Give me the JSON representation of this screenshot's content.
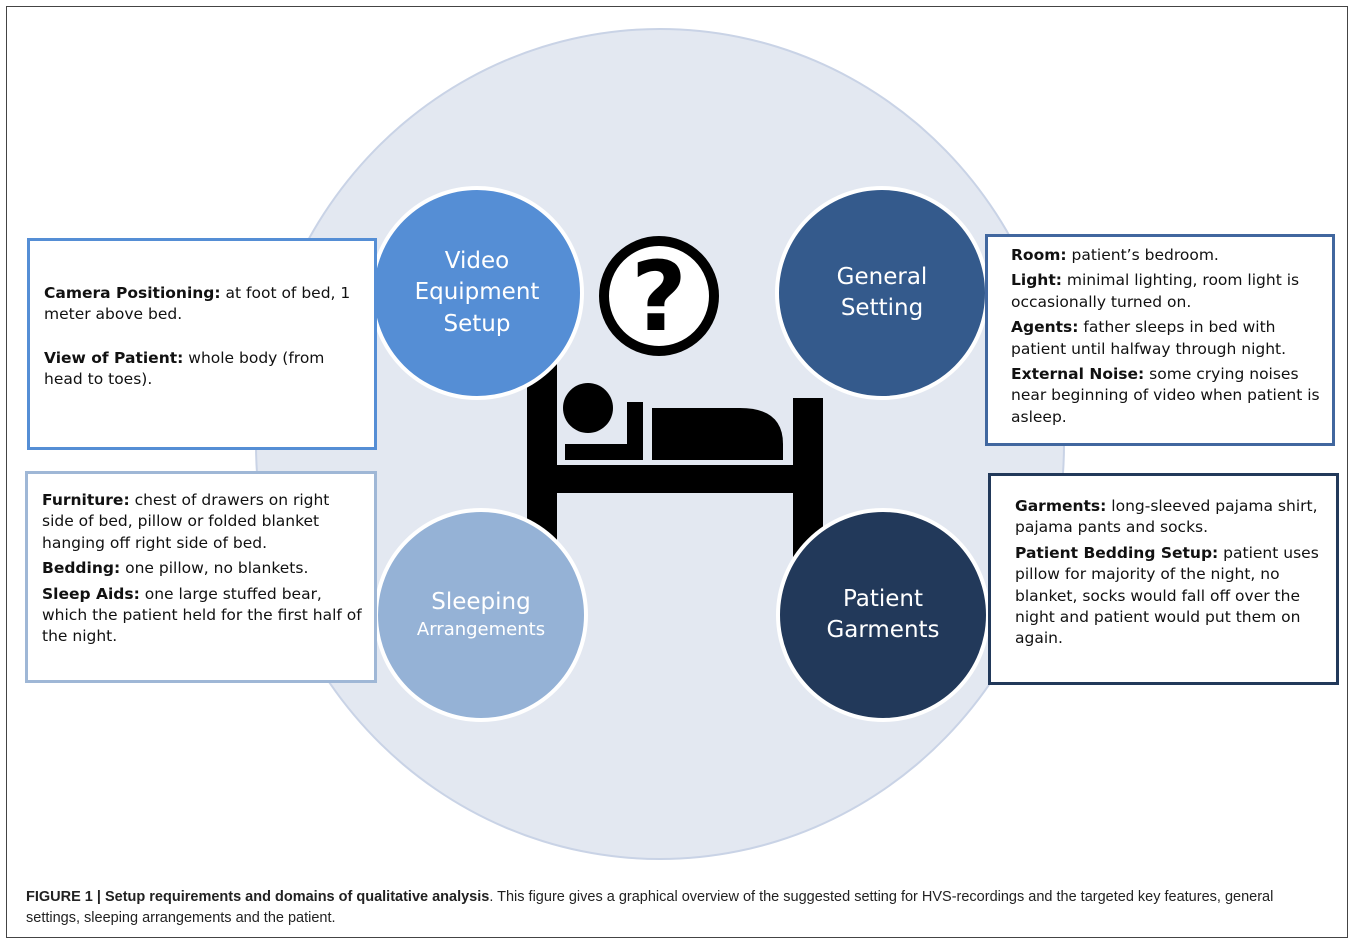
{
  "domains": {
    "video": {
      "lines": [
        "Video",
        "Equipment",
        "Setup"
      ],
      "color": "#558ed5"
    },
    "general": {
      "lines": [
        "General",
        "Setting"
      ],
      "color": "#345a8c"
    },
    "sleeping": {
      "line1": "Sleeping",
      "line2": "Arrangements",
      "color": "#95b2d6"
    },
    "garments": {
      "lines": [
        "Patient",
        "Garments"
      ],
      "color": "#22395a"
    }
  },
  "boxes": {
    "video": {
      "border_color": "#558ed5",
      "items": [
        {
          "label": "Camera Positioning:",
          "text": " at foot of bed, 1 meter above bed."
        },
        {
          "label": "View of Patient:",
          "text": " whole body (from head to toes)."
        }
      ]
    },
    "general": {
      "border_color": "#41679f",
      "items": [
        {
          "label": "Room:",
          "text": " patient’s bedroom."
        },
        {
          "label": "Light:",
          "text": " minimal lighting, room light is occasionally turned on."
        },
        {
          "label": "Agents:",
          "text": " father sleeps in bed with patient until halfway through night."
        },
        {
          "label": "External Noise:",
          "text": " some crying noises near beginning of video when patient is asleep."
        }
      ]
    },
    "sleeping": {
      "border_color": "#9fb7d6",
      "items": [
        {
          "label": "Furniture:",
          "text": " chest of drawers on right side of bed, pillow or folded blanket hanging off right side of bed."
        },
        {
          "label": "Bedding:",
          "text": " one pillow, no blankets."
        },
        {
          "label": "Sleep Aids:",
          "text": " one large stuffed bear, which the patient held for the first half of the night."
        }
      ]
    },
    "garments": {
      "border_color": "#22395a",
      "items": [
        {
          "label": "Garments:",
          "text": " long-sleeved pajama shirt, pajama pants and socks."
        },
        {
          "label": "Patient Bedding Setup:",
          "text": " patient uses pillow for majority of the night, no blanket, socks would fall off over the night and patient would put them on again."
        }
      ]
    }
  },
  "center_icon": {
    "name": "sleeping-patient-question-icon",
    "symbol": "?"
  },
  "caption": {
    "bold": "FIGURE 1 | Setup requirements and domains of qualitative analysis",
    "text": ". This figure gives a graphical overview of the suggested setting for HVS-recordings and the targeted key features, general settings, sleeping arrangements and the patient."
  }
}
